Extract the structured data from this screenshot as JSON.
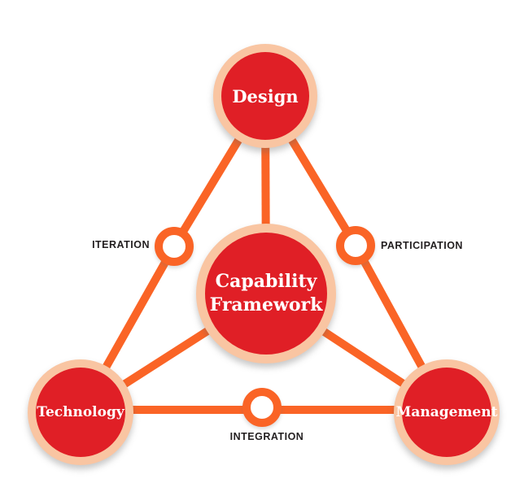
{
  "colors": {
    "red": "#E01F26",
    "peach": "#F9C5A2",
    "orange": "#FA6426",
    "ink": "#231F20",
    "node_text": "#FFFFFF"
  },
  "diagram": {
    "center_node": {
      "label": "Capability\nFramework"
    },
    "corner_nodes": {
      "top": {
        "label": "Design"
      },
      "bottom_left": {
        "label": "Technology"
      },
      "bottom_right": {
        "label": "Management"
      }
    },
    "edge_connectors": {
      "left": {
        "label": "ITERATION"
      },
      "right": {
        "label": "PARTICIPATION"
      },
      "bottom": {
        "label": "INTEGRATION"
      }
    }
  }
}
